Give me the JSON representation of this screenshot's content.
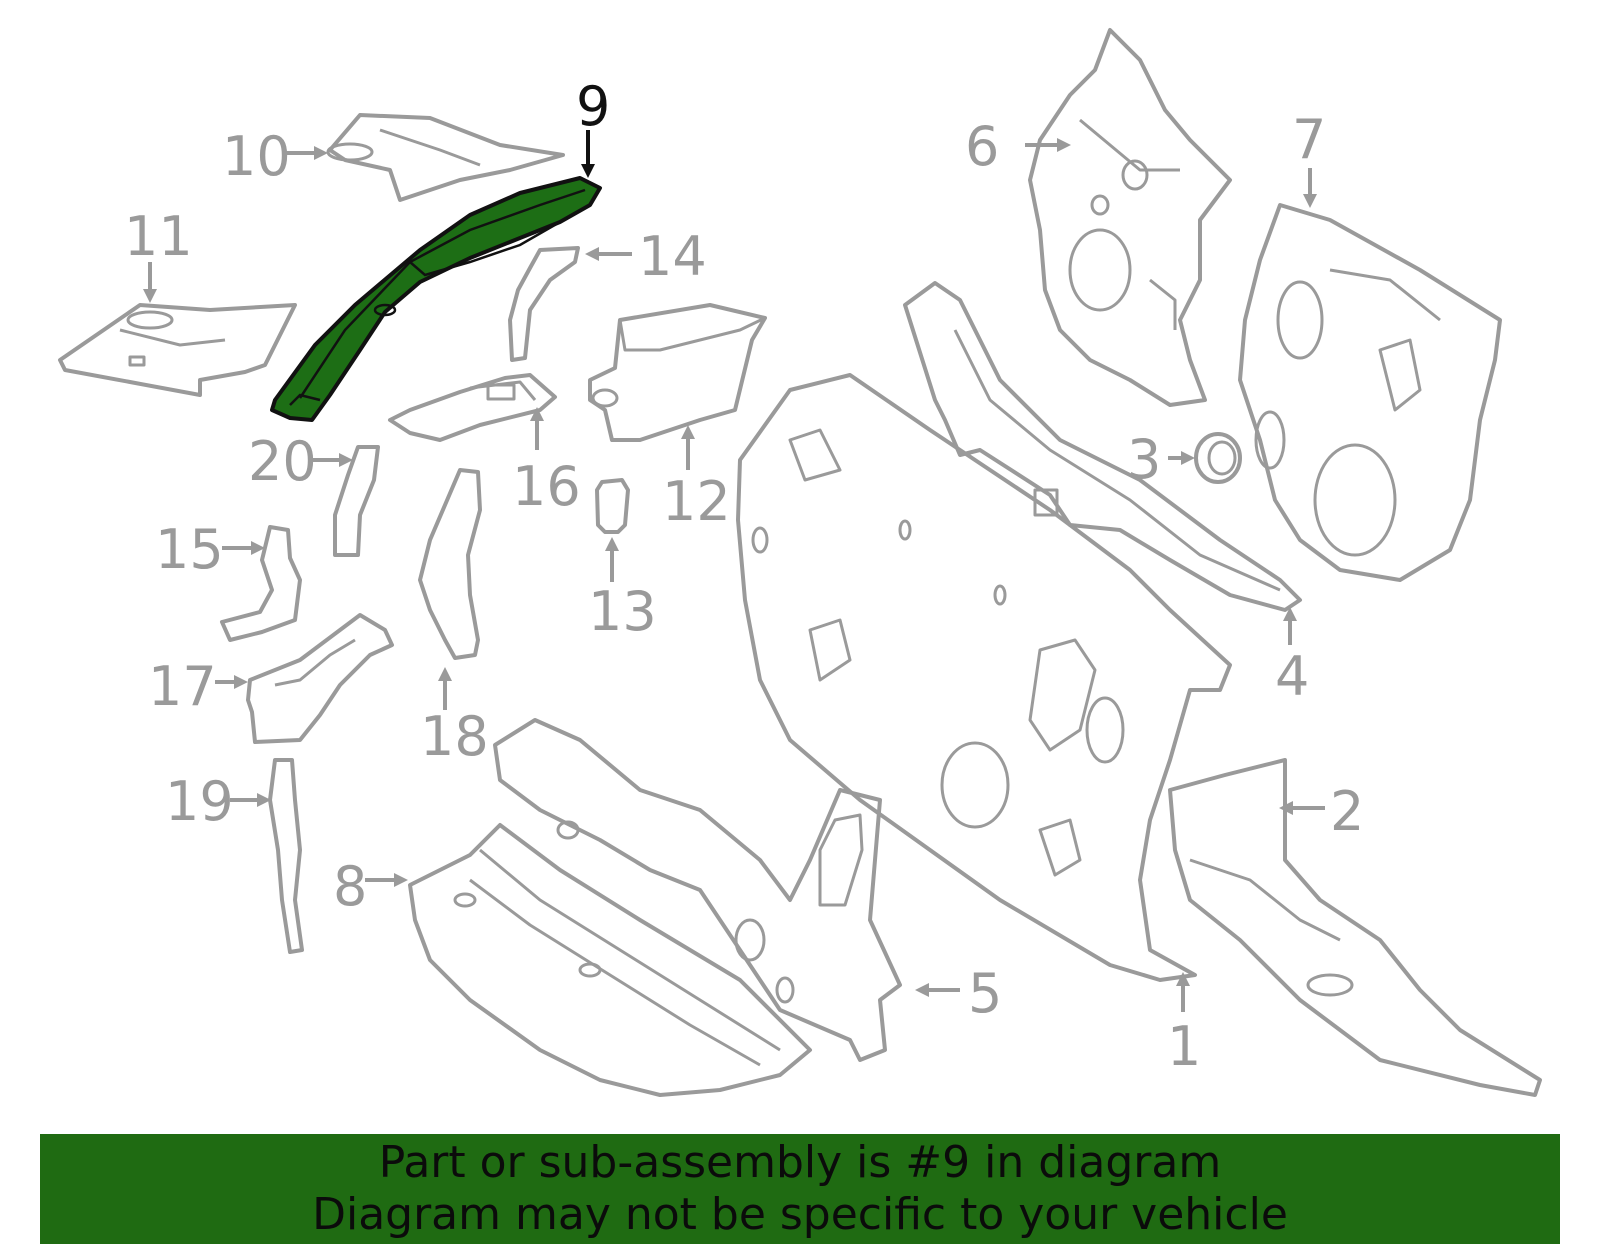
{
  "callouts": {
    "c1": "1",
    "c2": "2",
    "c3": "3",
    "c4": "4",
    "c5": "5",
    "c6": "6",
    "c7": "7",
    "c8": "8",
    "c9": "9",
    "c10": "10",
    "c11": "11",
    "c12": "12",
    "c13": "13",
    "c14": "14",
    "c15": "15",
    "c16": "16",
    "c17": "17",
    "c18": "18",
    "c19": "19",
    "c20": "20"
  },
  "highlighted_part": "9",
  "colors": {
    "highlight_fill": "#1d6e15",
    "banner_background": "#1f6b12",
    "part_stroke": "#9a9a9a"
  },
  "banner": {
    "line1": "Part or sub-assembly is #9 in diagram",
    "line2": "Diagram may not be specific to your vehicle"
  }
}
